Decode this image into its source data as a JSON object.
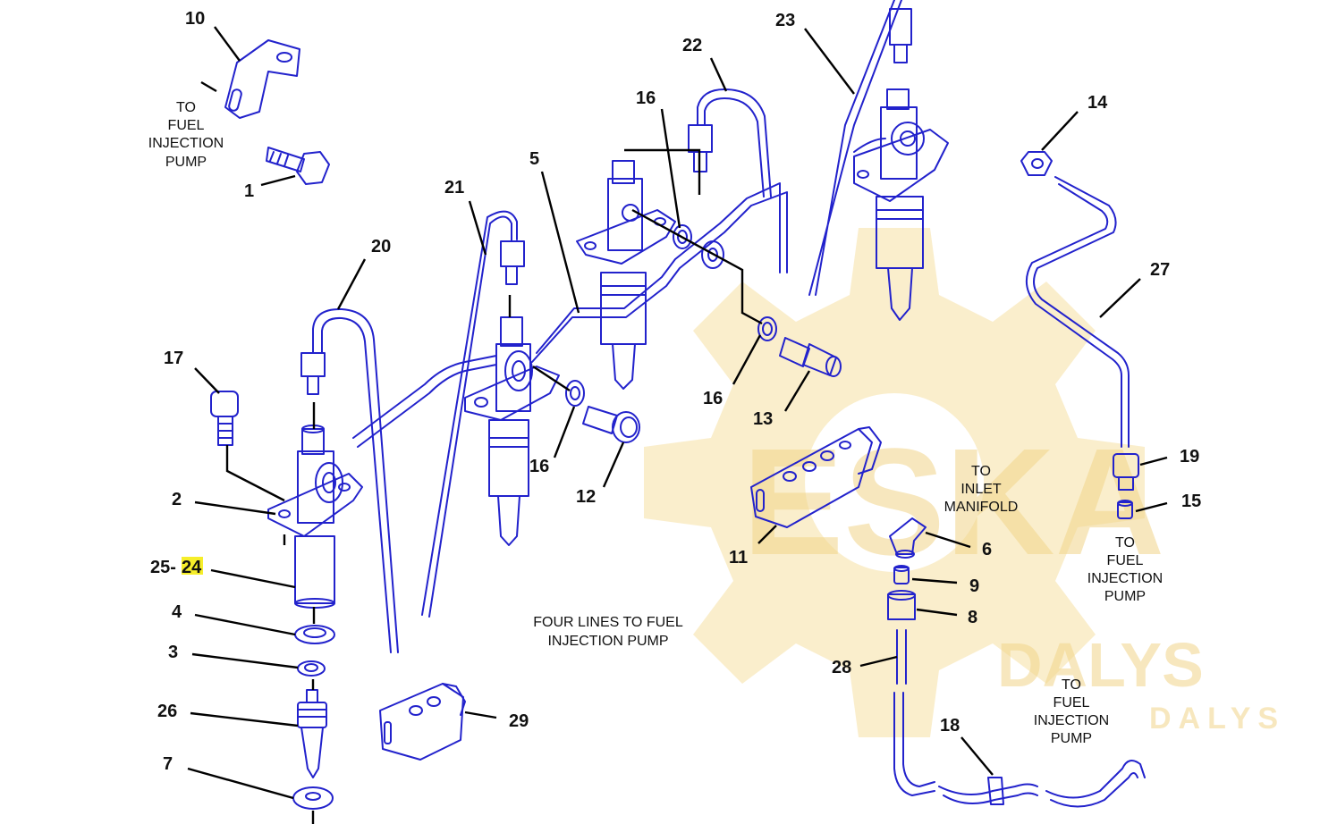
{
  "callouts": {
    "c1": "1",
    "c2": "2",
    "c3": "3",
    "c4": "4",
    "c5": "5",
    "c6": "6",
    "c7": "7",
    "c8": "8",
    "c9": "9",
    "c10": "10",
    "c11": "11",
    "c12": "12",
    "c13": "13",
    "c14": "14",
    "c15": "15",
    "c16a": "16",
    "c16b": "16",
    "c16c": "16",
    "c17": "17",
    "c18": "18",
    "c19": "19",
    "c20": "20",
    "c21": "21",
    "c22": "22",
    "c23": "23",
    "c25": "25-",
    "c24": "24",
    "c26": "26",
    "c27": "27",
    "c28": "28",
    "c29": "29"
  },
  "notes": {
    "to_fuel_pump_top": [
      "TO",
      "FUEL",
      "INJECTION",
      "PUMP"
    ],
    "to_inlet_manifold": [
      "TO",
      "INLET",
      "MANIFOLD"
    ],
    "to_fuel_pump_right": [
      "TO",
      "FUEL",
      "INJECTION",
      "PUMP"
    ],
    "to_fuel_pump_bottom": [
      "TO",
      "FUEL",
      "INJECTION",
      "PUMP"
    ],
    "four_lines": [
      "FOUR LINES TO FUEL",
      "INJECTION PUMP"
    ]
  },
  "watermark": {
    "brand": "ESKA",
    "sub": "DALYS",
    "sub2": "DALYS"
  },
  "colors": {
    "line_art": "#2222cc",
    "leader": "#000000",
    "highlight": "#f6ee2a",
    "watermark": "#f3d98f"
  }
}
